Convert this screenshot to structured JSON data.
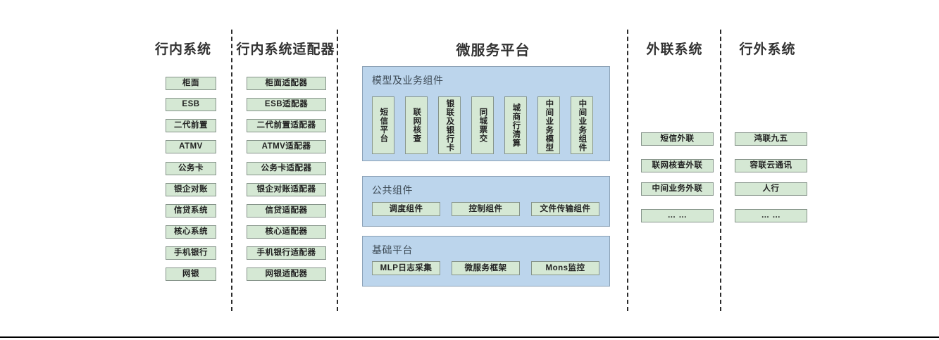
{
  "colors": {
    "node_fill": "#d5e8d4",
    "node_border": "#86948a",
    "panel_fill": "#bcd5ec",
    "panel_border": "#8aa0b5",
    "title_color": "#333333",
    "divider_color": "#2b2b2b",
    "background": "#ffffff"
  },
  "columns": {
    "internal_systems": {
      "title": "行内系统",
      "items": [
        "柜面",
        "ESB",
        "二代前置",
        "ATMV",
        "公务卡",
        "银企对账",
        "信贷系统",
        "核心系统",
        "手机银行",
        "网银"
      ]
    },
    "internal_adapters": {
      "title": "行内系统适配器",
      "items": [
        "柜面适配器",
        "ESB适配器",
        "二代前置适配器",
        "ATMV适配器",
        "公务卡适配器",
        "银企对账适配器",
        "信贷适配器",
        "核心适配器",
        "手机银行适配器",
        "网银适配器"
      ]
    },
    "external_liaison": {
      "title": "外联系统",
      "items": [
        "短信外联",
        "联网核查外联",
        "中间业务外联",
        "… …"
      ]
    },
    "outside_systems": {
      "title": "行外系统",
      "items": [
        "鸿联九五",
        "容联云通讯",
        "人行",
        "… …"
      ]
    }
  },
  "platform": {
    "title": "微服务平台",
    "sections": [
      {
        "label": "模型及业务组件",
        "orientation": "vertical",
        "items": [
          "短信平台",
          "联网核查",
          "银联及银行卡",
          "同城票交",
          "城商行清算",
          "中间业务模型",
          "中间业务组件"
        ]
      },
      {
        "label": "公共组件",
        "orientation": "horizontal",
        "items": [
          "调度组件",
          "控制组件",
          "文件传输组件"
        ]
      },
      {
        "label": "基础平台",
        "orientation": "horizontal",
        "items": [
          "MLP日志采集",
          "微服务框架",
          "Mons监控"
        ]
      }
    ]
  }
}
